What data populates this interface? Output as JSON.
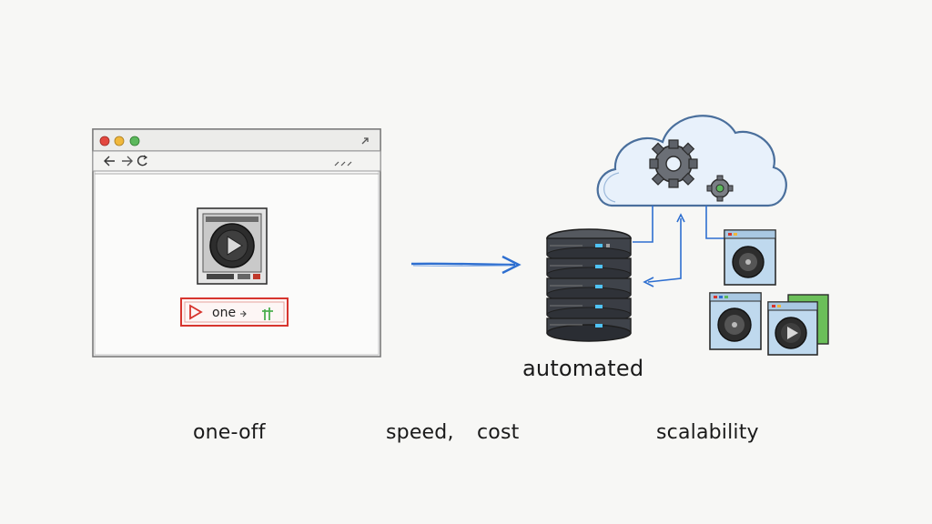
{
  "browser": {
    "nav_icons": [
      "back-icon",
      "forward-icon",
      "reload-icon"
    ],
    "traffic_lights": [
      "#e3483f",
      "#f0b83c",
      "#5cb85c"
    ],
    "button_label": "one"
  },
  "labels": {
    "automated": "automated",
    "one_off": "one-off",
    "speed": "speed,",
    "cost": "cost",
    "scalability": "scalability"
  },
  "colors": {
    "arrow_blue": "#2e6fd0",
    "cloud_fill": "#e8f1fb",
    "server_dark": "#3a3d44",
    "button_red": "#d7352e",
    "accent_green": "#4caf50"
  }
}
